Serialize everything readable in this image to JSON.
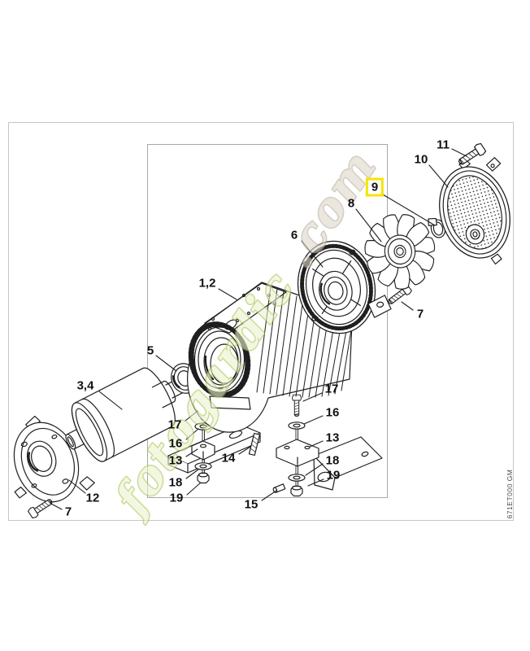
{
  "page": {
    "background_color": "#ffffff"
  },
  "image": {
    "code_vertical": "671ET000 GM",
    "watermark": {
      "green_text": "fotogardic",
      "beige_text": ".com",
      "green_color": "#a9c44f",
      "beige_color": "#b6ae9f"
    },
    "highlight": {
      "color": "#f6e400",
      "highlighted_callout": "9"
    },
    "callouts": [
      {
        "label": "1,2"
      },
      {
        "label": "3,4"
      },
      {
        "label": "5"
      },
      {
        "label": "6"
      },
      {
        "label": "7"
      },
      {
        "label": "7"
      },
      {
        "label": "8"
      },
      {
        "label": "9"
      },
      {
        "label": "10"
      },
      {
        "label": "11"
      },
      {
        "label": "12"
      },
      {
        "label": "13"
      },
      {
        "label": "13"
      },
      {
        "label": "14"
      },
      {
        "label": "15"
      },
      {
        "label": "16"
      },
      {
        "label": "16"
      },
      {
        "label": "17"
      },
      {
        "label": "17"
      },
      {
        "label": "18"
      },
      {
        "label": "18"
      },
      {
        "label": "19"
      },
      {
        "label": "19"
      }
    ]
  }
}
